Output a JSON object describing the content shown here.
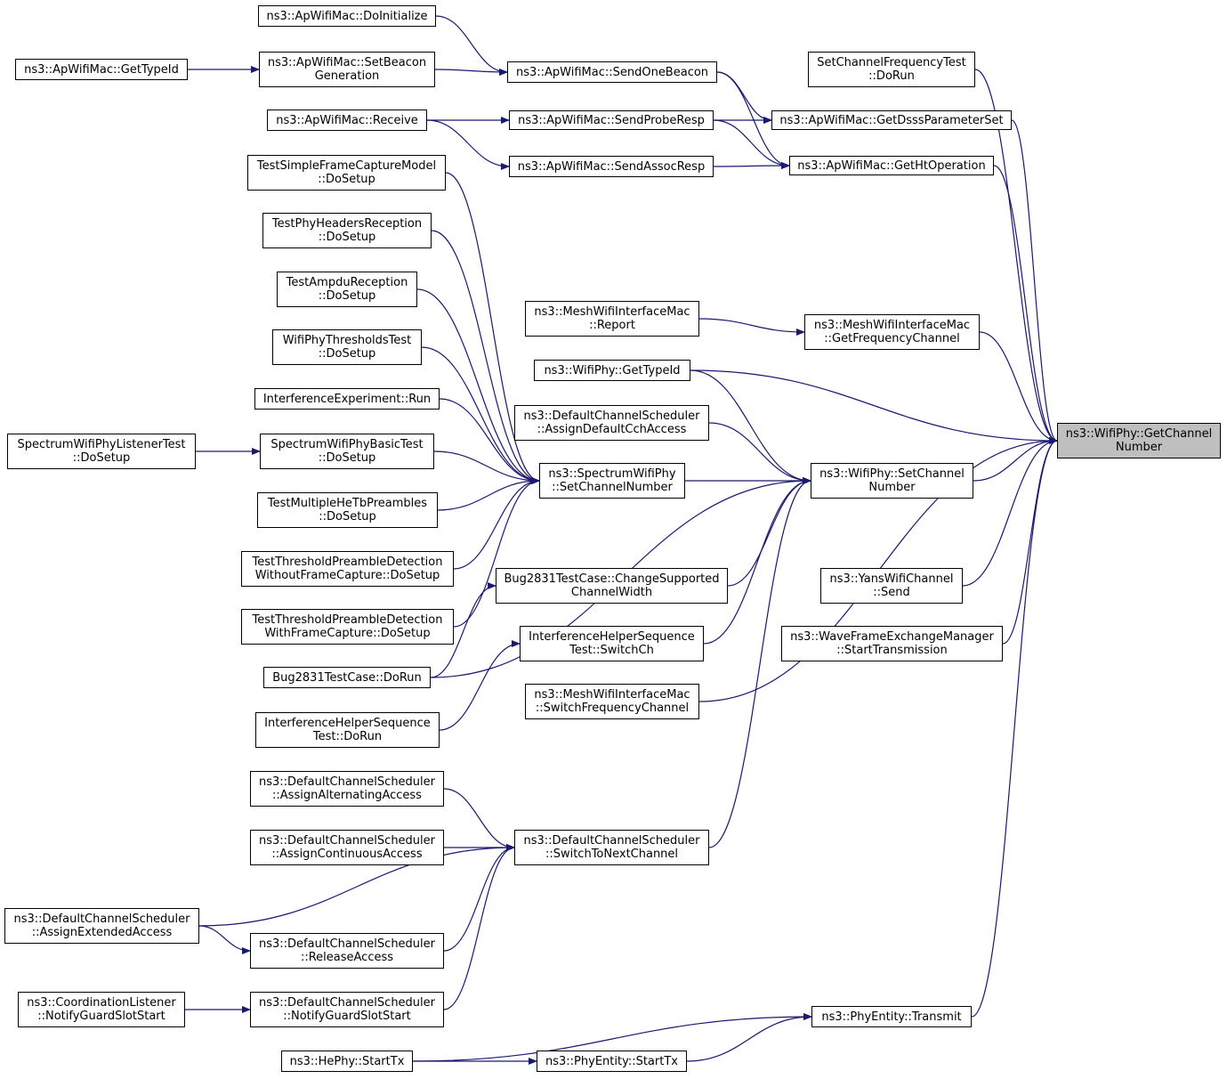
{
  "colors": {
    "edge": "#191970",
    "highlight": "#bfbfbf",
    "border": "#000000"
  },
  "nodes": [
    {
      "id": "target",
      "lines": [
        "ns3::WifiPhy::GetChannel",
        "Number"
      ],
      "highlight": true
    },
    {
      "id": "set_channel_number",
      "lines": [
        "ns3::WifiPhy::SetChannel",
        "Number"
      ]
    },
    {
      "id": "set_channel_freq_test",
      "lines": [
        "SetChannelFrequencyTest",
        "::DoRun"
      ]
    },
    {
      "id": "get_dsss",
      "lines": [
        "ns3::ApWifiMac::GetDsssParameterSet"
      ]
    },
    {
      "id": "get_ht",
      "lines": [
        "ns3::ApWifiMac::GetHtOperation"
      ]
    },
    {
      "id": "mesh_get_freq",
      "lines": [
        "ns3::MeshWifiInterfaceMac",
        "::GetFrequencyChannel"
      ]
    },
    {
      "id": "wifiphy_typeid",
      "lines": [
        "ns3::WifiPhy::GetTypeId"
      ]
    },
    {
      "id": "yans_send",
      "lines": [
        "ns3::YansWifiChannel",
        "::Send"
      ]
    },
    {
      "id": "wave_start",
      "lines": [
        "ns3::WaveFrameExchangeManager",
        "::StartTransmission"
      ]
    },
    {
      "id": "phy_transmit",
      "lines": [
        "ns3::PhyEntity::Transmit"
      ]
    },
    {
      "id": "send_one_beacon",
      "lines": [
        "ns3::ApWifiMac::SendOneBeacon"
      ]
    },
    {
      "id": "send_probe",
      "lines": [
        "ns3::ApWifiMac::SendProbeResp"
      ]
    },
    {
      "id": "send_assoc",
      "lines": [
        "ns3::ApWifiMac::SendAssocResp"
      ]
    },
    {
      "id": "do_initialize",
      "lines": [
        "ns3::ApWifiMac::DoInitialize"
      ]
    },
    {
      "id": "set_beacon_gen",
      "lines": [
        "ns3::ApWifiMac::SetBeacon",
        "Generation"
      ]
    },
    {
      "id": "ap_typeid",
      "lines": [
        "ns3::ApWifiMac::GetTypeId"
      ]
    },
    {
      "id": "ap_receive",
      "lines": [
        "ns3::ApWifiMac::Receive"
      ]
    },
    {
      "id": "mesh_report",
      "lines": [
        "ns3::MeshWifiInterfaceMac",
        "::Report"
      ]
    },
    {
      "id": "assign_default_cch",
      "lines": [
        "ns3::DefaultChannelScheduler",
        "::AssignDefaultCchAccess"
      ]
    },
    {
      "id": "spectrum_set_channel",
      "lines": [
        "ns3::SpectrumWifiPhy",
        "::SetChannelNumber"
      ]
    },
    {
      "id": "bug2831_change",
      "lines": [
        "Bug2831TestCase::ChangeSupported",
        "ChannelWidth"
      ]
    },
    {
      "id": "ihs_switch_ch",
      "lines": [
        "InterferenceHelperSequence",
        "Test::SwitchCh"
      ]
    },
    {
      "id": "mesh_switch_freq",
      "lines": [
        "ns3::MeshWifiInterfaceMac",
        "::SwitchFrequencyChannel"
      ]
    },
    {
      "id": "switch_to_next",
      "lines": [
        "ns3::DefaultChannelScheduler",
        "::SwitchToNextChannel"
      ]
    },
    {
      "id": "test_simple_frame",
      "lines": [
        "TestSimpleFrameCaptureModel",
        "::DoSetup"
      ]
    },
    {
      "id": "test_phy_headers",
      "lines": [
        "TestPhyHeadersReception",
        "::DoSetup"
      ]
    },
    {
      "id": "test_ampdu",
      "lines": [
        "TestAmpduReception",
        "::DoSetup"
      ]
    },
    {
      "id": "wifi_thresholds",
      "lines": [
        "WifiPhyThresholdsTest",
        "::DoSetup"
      ]
    },
    {
      "id": "interference_run",
      "lines": [
        "InterferenceExperiment::Run"
      ]
    },
    {
      "id": "spectrum_basic",
      "lines": [
        "SpectrumWifiPhyBasicTest",
        "::DoSetup"
      ]
    },
    {
      "id": "spectrum_listener",
      "lines": [
        "SpectrumWifiPhyListenerTest",
        "::DoSetup"
      ]
    },
    {
      "id": "test_multiple_he",
      "lines": [
        "TestMultipleHeTbPreambles",
        "::DoSetup"
      ]
    },
    {
      "id": "threshold_without",
      "lines": [
        "TestThresholdPreambleDetection",
        "WithoutFrameCapture::DoSetup"
      ]
    },
    {
      "id": "threshold_with",
      "lines": [
        "TestThresholdPreambleDetection",
        "WithFrameCapture::DoSetup"
      ]
    },
    {
      "id": "bug2831_dorun",
      "lines": [
        "Bug2831TestCase::DoRun"
      ]
    },
    {
      "id": "ihs_dorun",
      "lines": [
        "InterferenceHelperSequence",
        "Test::DoRun"
      ]
    },
    {
      "id": "assign_alternating",
      "lines": [
        "ns3::DefaultChannelScheduler",
        "::AssignAlternatingAccess"
      ]
    },
    {
      "id": "assign_continuous",
      "lines": [
        "ns3::DefaultChannelScheduler",
        "::AssignContinuousAccess"
      ]
    },
    {
      "id": "assign_extended",
      "lines": [
        "ns3::DefaultChannelScheduler",
        "::AssignExtendedAccess"
      ]
    },
    {
      "id": "release_access",
      "lines": [
        "ns3::DefaultChannelScheduler",
        "::ReleaseAccess"
      ]
    },
    {
      "id": "notify_guard_sched",
      "lines": [
        "ns3::DefaultChannelScheduler",
        "::NotifyGuardSlotStart"
      ]
    },
    {
      "id": "notify_guard_coord",
      "lines": [
        "ns3::CoordinationListener",
        "::NotifyGuardSlotStart"
      ]
    },
    {
      "id": "hephy_starttx",
      "lines": [
        "ns3::HePhy::StartTx"
      ]
    },
    {
      "id": "phyentity_starttx",
      "lines": [
        "ns3::PhyEntity::StartTx"
      ]
    }
  ],
  "edges": [
    [
      "set_channel_freq_test",
      "target"
    ],
    [
      "get_dsss",
      "target"
    ],
    [
      "get_ht",
      "target"
    ],
    [
      "mesh_get_freq",
      "target"
    ],
    [
      "wifiphy_typeid",
      "target"
    ],
    [
      "set_channel_number",
      "target"
    ],
    [
      "mesh_switch_freq",
      "target"
    ],
    [
      "yans_send",
      "target"
    ],
    [
      "wave_start",
      "target"
    ],
    [
      "phy_transmit",
      "target"
    ],
    [
      "send_one_beacon",
      "get_dsss"
    ],
    [
      "send_probe",
      "get_dsss"
    ],
    [
      "send_one_beacon",
      "get_ht"
    ],
    [
      "send_probe",
      "get_ht"
    ],
    [
      "send_assoc",
      "get_ht"
    ],
    [
      "do_initialize",
      "send_one_beacon"
    ],
    [
      "set_beacon_gen",
      "send_one_beacon"
    ],
    [
      "ap_typeid",
      "set_beacon_gen"
    ],
    [
      "ap_receive",
      "send_probe"
    ],
    [
      "ap_receive",
      "send_assoc"
    ],
    [
      "mesh_report",
      "mesh_get_freq"
    ],
    [
      "wifiphy_typeid",
      "set_channel_number"
    ],
    [
      "assign_default_cch",
      "set_channel_number"
    ],
    [
      "spectrum_set_channel",
      "set_channel_number"
    ],
    [
      "bug2831_dorun",
      "set_channel_number"
    ],
    [
      "bug2831_change",
      "set_channel_number"
    ],
    [
      "ihs_switch_ch",
      "set_channel_number"
    ],
    [
      "switch_to_next",
      "set_channel_number"
    ],
    [
      "test_simple_frame",
      "spectrum_set_channel"
    ],
    [
      "test_phy_headers",
      "spectrum_set_channel"
    ],
    [
      "test_ampdu",
      "spectrum_set_channel"
    ],
    [
      "wifi_thresholds",
      "spectrum_set_channel"
    ],
    [
      "interference_run",
      "spectrum_set_channel"
    ],
    [
      "spectrum_basic",
      "spectrum_set_channel"
    ],
    [
      "test_multiple_he",
      "spectrum_set_channel"
    ],
    [
      "threshold_without",
      "spectrum_set_channel"
    ],
    [
      "threshold_with",
      "spectrum_set_channel"
    ],
    [
      "spectrum_listener",
      "spectrum_basic"
    ],
    [
      "bug2831_dorun",
      "bug2831_change"
    ],
    [
      "ihs_dorun",
      "ihs_switch_ch"
    ],
    [
      "assign_alternating",
      "switch_to_next"
    ],
    [
      "assign_continuous",
      "switch_to_next"
    ],
    [
      "assign_extended",
      "switch_to_next"
    ],
    [
      "release_access",
      "switch_to_next"
    ],
    [
      "notify_guard_sched",
      "switch_to_next"
    ],
    [
      "assign_extended",
      "release_access"
    ],
    [
      "notify_guard_coord",
      "notify_guard_sched"
    ],
    [
      "hephy_starttx",
      "phy_transmit"
    ],
    [
      "phyentity_starttx",
      "phy_transmit"
    ],
    [
      "hephy_starttx",
      "phyentity_starttx"
    ]
  ]
}
